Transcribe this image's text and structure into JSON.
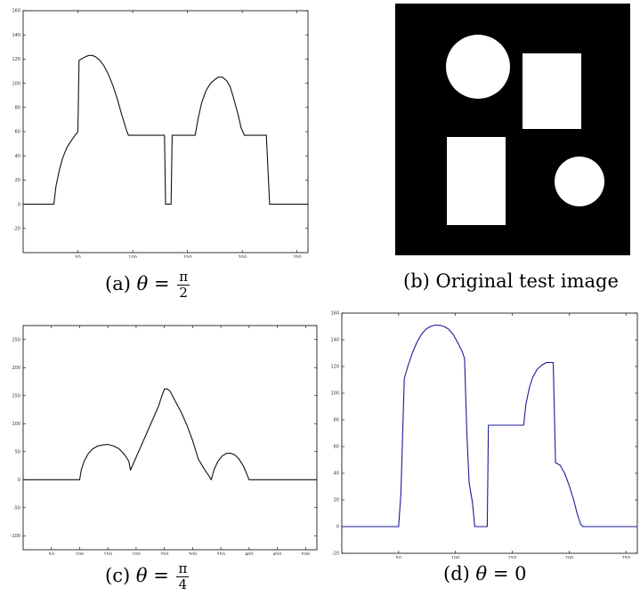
{
  "colors": {
    "panel_a_line": "#111111",
    "panel_c_line": "#111111",
    "panel_d_line": "#1a1a9a",
    "test_image_background": "#000000",
    "test_image_shapes": "#ffffff"
  },
  "chart_data": [
    {
      "id": "a",
      "type": "line",
      "caption_prefix": "(a)",
      "caption_math": {
        "symbol": "θ",
        "op": "=",
        "numerator": "π",
        "denominator": "2"
      },
      "xlim": [
        0,
        260
      ],
      "ylim": [
        -40,
        160
      ],
      "x_ticks": [
        50,
        100,
        150,
        200,
        250
      ],
      "y_ticks": [
        -20,
        0,
        20,
        40,
        60,
        80,
        100,
        120,
        140,
        160
      ],
      "grid": false,
      "series": [
        {
          "x": [
            0,
            28,
            30,
            33,
            36,
            40,
            45,
            50,
            51,
            53,
            57,
            60,
            63,
            66,
            70,
            74,
            78,
            82,
            86,
            90,
            94,
            96,
            120,
            129,
            130,
            132,
            135,
            136,
            140,
            150,
            157,
            160,
            163,
            167,
            171,
            175,
            178,
            182,
            186,
            189,
            192,
            196,
            199,
            202,
            204,
            222,
            225,
            260
          ],
          "y": [
            0,
            0,
            15,
            28,
            38,
            47,
            54,
            60,
            119,
            120,
            122,
            123,
            123,
            122,
            119,
            114,
            107,
            98,
            87,
            74,
            62,
            57,
            57,
            57,
            0,
            0,
            0,
            57,
            57,
            57,
            57,
            72,
            84,
            94,
            100,
            103,
            105,
            105,
            102,
            97,
            88,
            75,
            63,
            57,
            57,
            57,
            0,
            0
          ]
        }
      ]
    },
    {
      "id": "b",
      "type": "image",
      "caption_prefix": "(b)",
      "caption_text": "Original test image",
      "shapes": [
        {
          "kind": "circle",
          "cx": 0.35,
          "cy": 0.25,
          "r": 0.135
        },
        {
          "kind": "rect",
          "x0": 0.54,
          "y0": 0.2,
          "x1": 0.79,
          "y1": 0.5
        },
        {
          "kind": "rect",
          "x0": 0.22,
          "y0": 0.53,
          "x1": 0.47,
          "y1": 0.88
        },
        {
          "kind": "circle",
          "cx": 0.74,
          "cy": 0.71,
          "r": 0.105
        }
      ]
    },
    {
      "id": "c",
      "type": "line",
      "caption_prefix": "(c)",
      "caption_math": {
        "symbol": "θ",
        "op": "=",
        "numerator": "π",
        "denominator": "4"
      },
      "xlim": [
        0,
        520
      ],
      "ylim": [
        -125,
        275
      ],
      "x_ticks": [
        50,
        100,
        150,
        200,
        250,
        300,
        350,
        400,
        450,
        500
      ],
      "y_ticks": [
        -100,
        -50,
        0,
        50,
        100,
        150,
        200,
        250
      ],
      "grid": false,
      "series": [
        {
          "x": [
            0,
            100,
            103,
            108,
            115,
            123,
            132,
            141,
            150,
            160,
            170,
            180,
            187,
            190,
            200,
            210,
            220,
            230,
            240,
            245,
            250,
            255,
            260,
            270,
            280,
            290,
            300,
            310,
            320,
            330,
            333,
            338,
            345,
            352,
            360,
            368,
            375,
            382,
            390,
            396,
            400,
            520
          ],
          "y": [
            0,
            0,
            18,
            33,
            46,
            55,
            60,
            62,
            63,
            60,
            55,
            44,
            33,
            17,
            40,
            63,
            86,
            109,
            132,
            148,
            162,
            162,
            158,
            139,
            120,
            97,
            70,
            37,
            20,
            5,
            0,
            18,
            33,
            42,
            47,
            47,
            44,
            37,
            24,
            10,
            0,
            0
          ]
        }
      ]
    },
    {
      "id": "d",
      "type": "line",
      "caption_prefix": "(d)",
      "caption_math": {
        "symbol": "θ",
        "op": "=",
        "value": "0"
      },
      "xlim": [
        0,
        260
      ],
      "ylim": [
        -20,
        160
      ],
      "x_ticks": [
        50,
        100,
        150,
        200,
        250
      ],
      "y_ticks": [
        -20,
        0,
        20,
        40,
        60,
        80,
        100,
        120,
        140,
        160
      ],
      "grid": false,
      "series": [
        {
          "x": [
            0,
            50,
            52,
            55,
            58,
            62,
            66,
            70,
            74,
            78,
            82,
            86,
            90,
            94,
            98,
            102,
            106,
            108,
            110,
            112,
            115,
            117,
            128,
            129,
            135,
            155,
            160,
            162,
            165,
            168,
            172,
            176,
            180,
            184,
            186,
            188,
            192,
            196,
            200,
            204,
            207,
            210,
            212,
            260
          ],
          "y": [
            0,
            0,
            25,
            111,
            120,
            130,
            138,
            144,
            148,
            150,
            151,
            151,
            150,
            148,
            144,
            138,
            131,
            126,
            70,
            33,
            18,
            0,
            0,
            76,
            76,
            76,
            76,
            92,
            104,
            112,
            118,
            121,
            123,
            123,
            123,
            48,
            46,
            40,
            31,
            20,
            10,
            2,
            0,
            0
          ]
        }
      ]
    }
  ]
}
